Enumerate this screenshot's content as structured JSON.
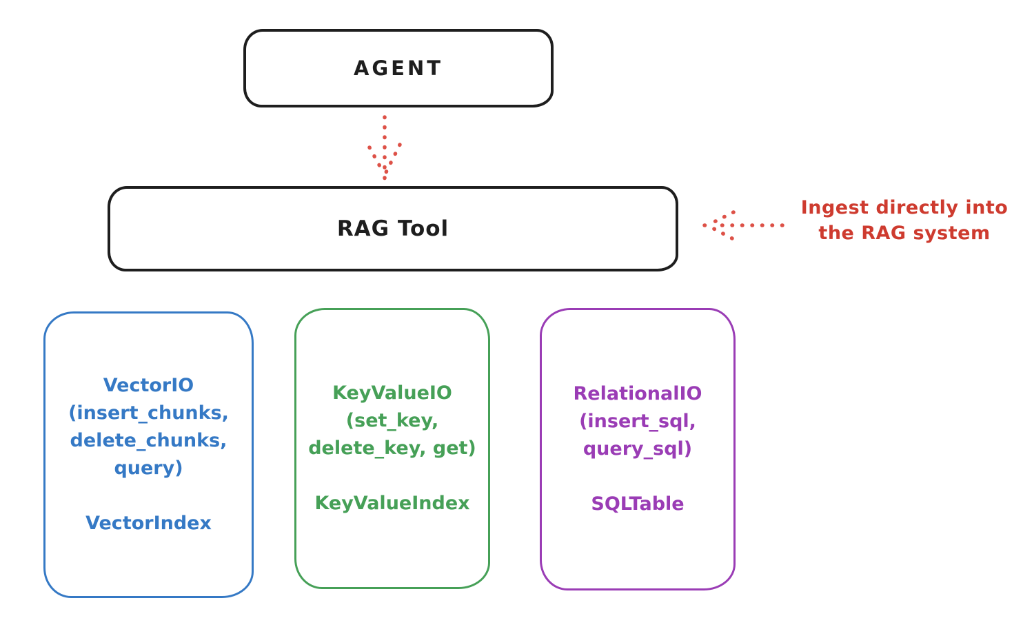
{
  "colors": {
    "black": "#1e1e1e",
    "red_arrow": "#dd5147",
    "red_text": "#ce3b2f",
    "blue": "#3579c5",
    "green": "#46a057",
    "purple": "#9a3cb5",
    "background": "#ffffff"
  },
  "agent_box": {
    "label": "AGENT"
  },
  "rag_tool_box": {
    "label": "RAG Tool"
  },
  "annotation": {
    "line1": "Ingest directly into",
    "line2": "the RAG system"
  },
  "arrows": {
    "agent_to_rag": "dotted-down-arrow",
    "ingest_into_rag": "dotted-left-arrow"
  },
  "boxes": [
    {
      "title": "VectorIO",
      "lines": [
        "(insert_chunks,",
        "delete_chunks,",
        "query)"
      ],
      "footer": "VectorIndex",
      "color": "#3579c5"
    },
    {
      "title": "KeyValueIO",
      "lines": [
        "(set_key,",
        "delete_key, get)"
      ],
      "footer": "KeyValueIndex",
      "color": "#46a057"
    },
    {
      "title": "RelationalIO",
      "lines": [
        "(insert_sql,",
        "query_sql)"
      ],
      "footer": "SQLTable",
      "color": "#9a3cb5"
    }
  ]
}
